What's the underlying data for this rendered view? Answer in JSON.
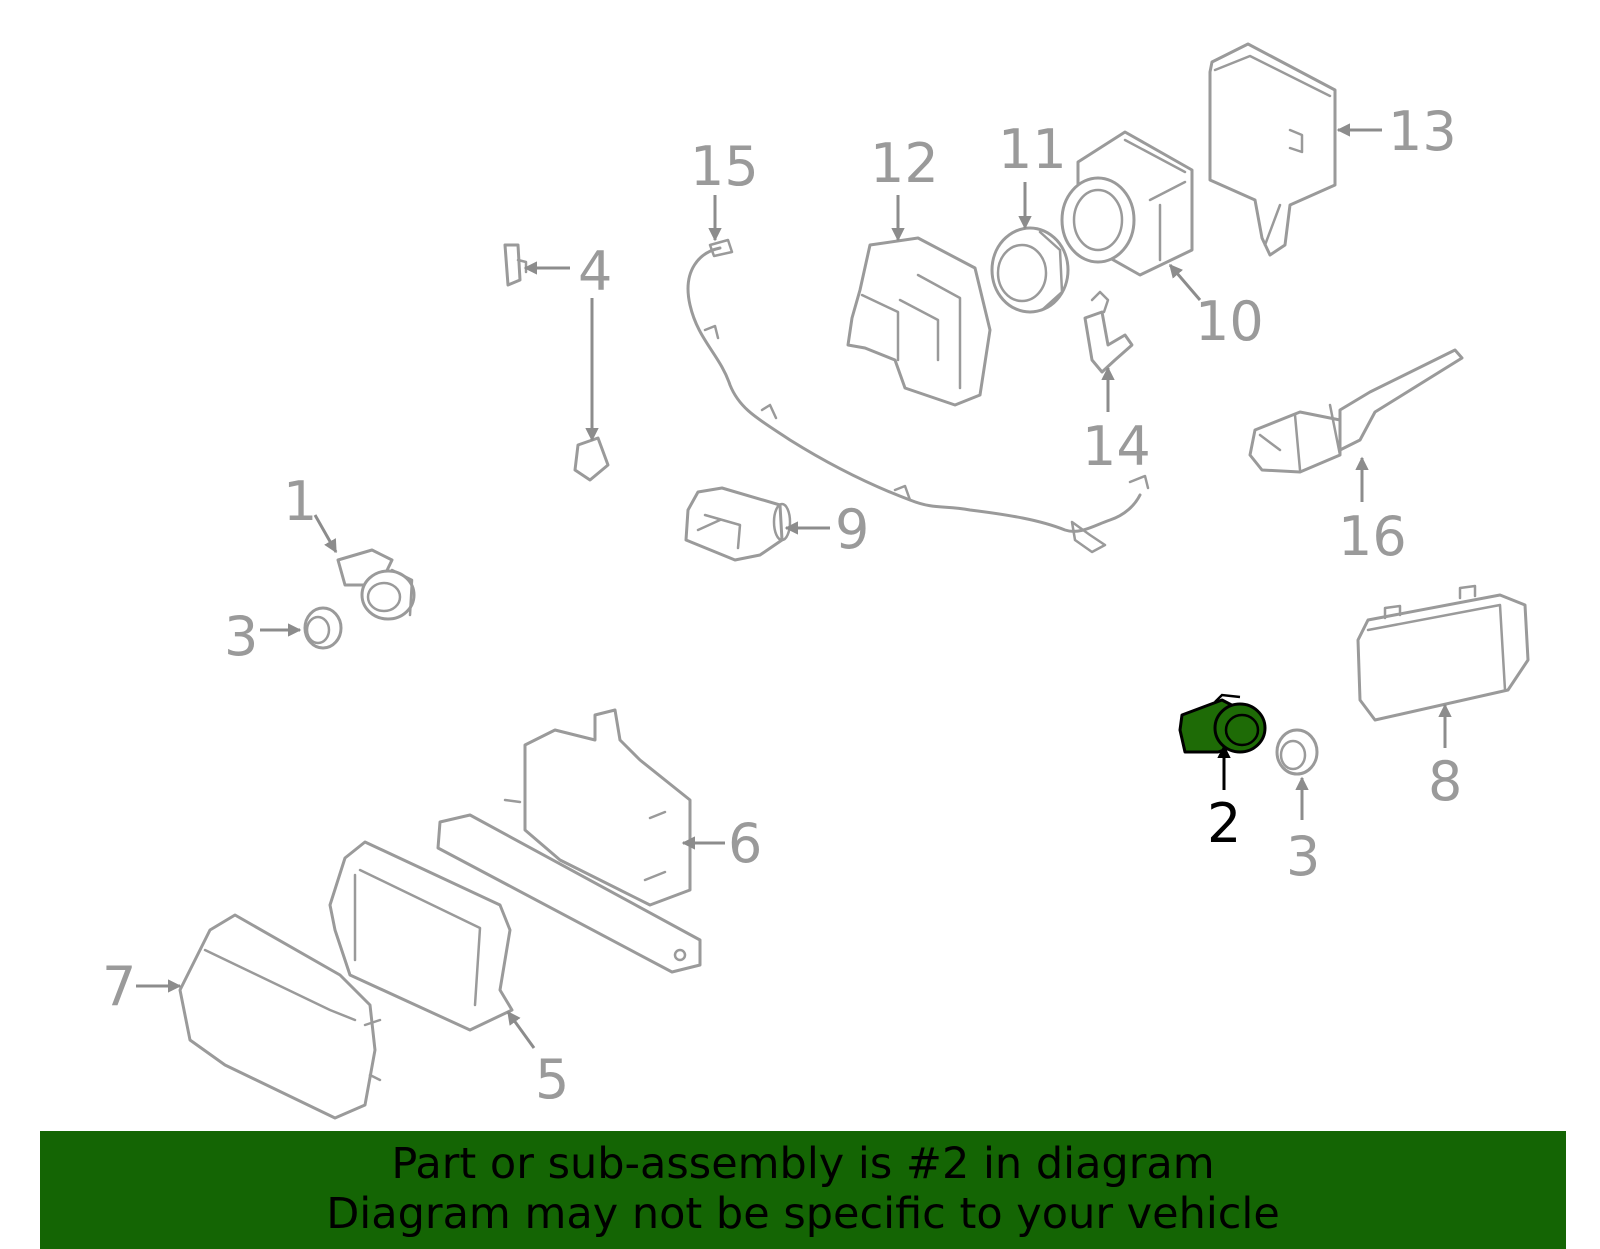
{
  "callouts": {
    "c1": "1",
    "c2": "2",
    "c3a": "3",
    "c3b": "3",
    "c4": "4",
    "c5": "5",
    "c6": "6",
    "c7": "7",
    "c8": "8",
    "c9": "9",
    "c10": "10",
    "c11": "11",
    "c12": "12",
    "c13": "13",
    "c14": "14",
    "c15": "15",
    "c16": "16"
  },
  "highlighted_part": "2",
  "colors": {
    "highlight_fill": "#1e6b06",
    "banner_bg": "#146504",
    "line_gray": "#9a9a9a"
  },
  "banner": {
    "line1": "Part or sub-assembly is #2 in diagram",
    "line2": "Diagram may not be specific to your vehicle"
  }
}
